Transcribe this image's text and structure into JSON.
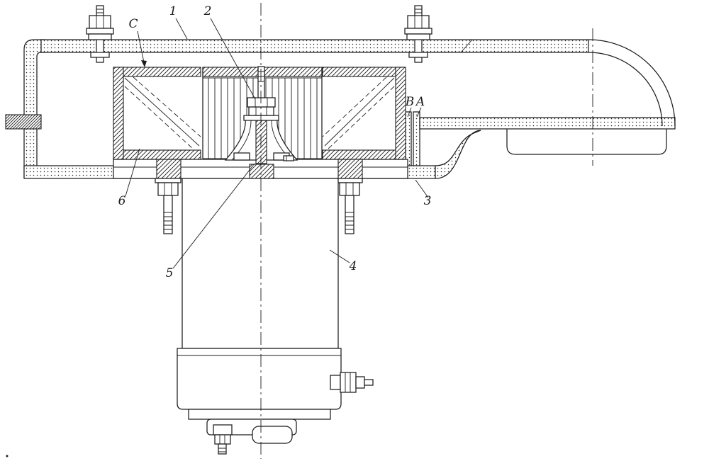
{
  "drawing": {
    "background_color": "#ffffff",
    "line_color": "#1c1c1c",
    "callouts": [
      {
        "label": "1"
      },
      {
        "label": "2"
      },
      {
        "label": "3"
      },
      {
        "label": "4"
      },
      {
        "label": "5"
      },
      {
        "label": "6"
      }
    ],
    "section_letters": [
      {
        "label": "C"
      },
      {
        "label": "B"
      },
      {
        "label": "A"
      }
    ]
  }
}
